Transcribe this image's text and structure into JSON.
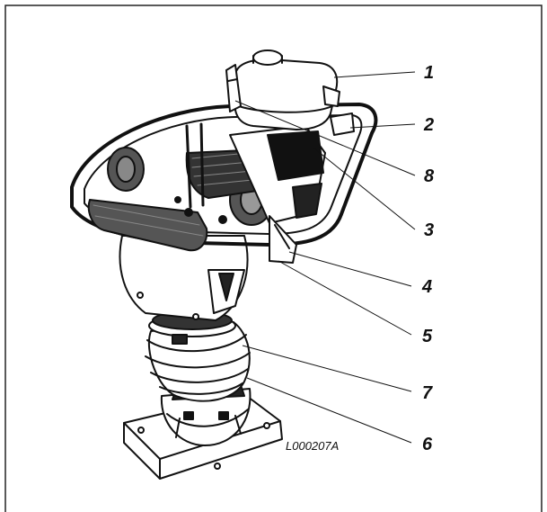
{
  "figure": {
    "code": "L000207A",
    "callouts": [
      {
        "label": "1"
      },
      {
        "label": "2"
      },
      {
        "label": "8"
      },
      {
        "label": "3"
      },
      {
        "label": "4"
      },
      {
        "label": "5"
      },
      {
        "label": "7"
      },
      {
        "label": "6"
      }
    ]
  }
}
